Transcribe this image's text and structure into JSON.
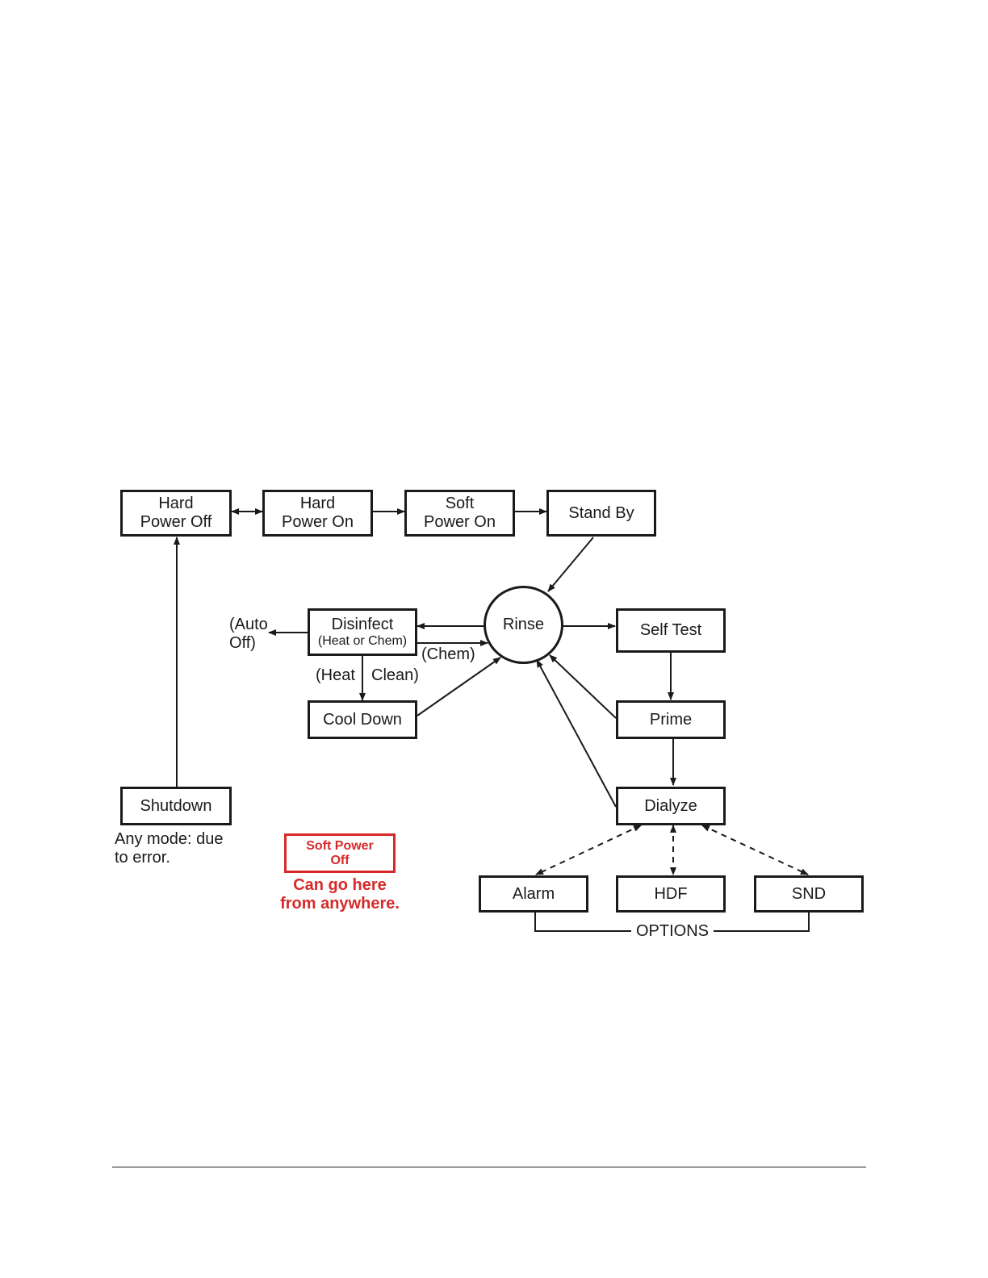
{
  "colors": {
    "ink": "#1a1a1a",
    "accent_red": "#d62a2a",
    "background": "#ffffff"
  },
  "nodes": {
    "hard_power_off": {
      "line1": "Hard",
      "line2": "Power Off"
    },
    "hard_power_on": {
      "line1": "Hard",
      "line2": "Power On"
    },
    "soft_power_on": {
      "line1": "Soft",
      "line2": "Power On"
    },
    "stand_by": {
      "label": "Stand By"
    },
    "rinse": {
      "label": "Rinse"
    },
    "disinfect": {
      "label": "Disinfect",
      "sublabel": "(Heat or Chem)"
    },
    "self_test": {
      "label": "Self Test"
    },
    "cool_down": {
      "label": "Cool Down"
    },
    "prime": {
      "label": "Prime"
    },
    "shutdown": {
      "label": "Shutdown"
    },
    "dialyze": {
      "label": "Dialyze"
    },
    "alarm": {
      "label": "Alarm"
    },
    "hdf": {
      "label": "HDF"
    },
    "snd": {
      "label": "SND"
    },
    "soft_power_off": {
      "line1": "Soft Power",
      "line2": "Off"
    }
  },
  "labels": {
    "auto_off_line1": "(Auto",
    "auto_off_line2": "Off)",
    "chem": "(Chem)",
    "heat": "(Heat",
    "clean": "Clean)",
    "shutdown_note_line1": "Any mode: due",
    "shutdown_note_line2": "to error.",
    "soft_off_note_line1": "Can go here",
    "soft_off_note_line2": "from anywhere.",
    "options": "OPTIONS"
  },
  "edges": [
    {
      "from": "Hard Power Off",
      "to": "Hard Power On",
      "style": "solid",
      "direction": "both"
    },
    {
      "from": "Hard Power On",
      "to": "Soft Power On",
      "style": "solid",
      "direction": "forward"
    },
    {
      "from": "Soft Power On",
      "to": "Stand By",
      "style": "solid",
      "direction": "forward"
    },
    {
      "from": "Stand By",
      "to": "Rinse",
      "style": "solid",
      "direction": "forward"
    },
    {
      "from": "Rinse",
      "to": "Disinfect",
      "style": "solid",
      "direction": "forward"
    },
    {
      "from": "Disinfect",
      "to": "Rinse",
      "style": "solid",
      "direction": "forward",
      "label": "(Chem)"
    },
    {
      "from": "Disinfect",
      "to": "(Auto Off)",
      "style": "solid",
      "direction": "forward"
    },
    {
      "from": "Disinfect",
      "to": "Cool Down",
      "style": "solid",
      "direction": "forward",
      "label": "(Heat Clean)"
    },
    {
      "from": "Cool Down",
      "to": "Rinse",
      "style": "solid",
      "direction": "forward"
    },
    {
      "from": "Rinse",
      "to": "Self Test",
      "style": "solid",
      "direction": "forward"
    },
    {
      "from": "Self Test",
      "to": "Prime",
      "style": "solid",
      "direction": "forward"
    },
    {
      "from": "Prime",
      "to": "Rinse",
      "style": "solid",
      "direction": "forward"
    },
    {
      "from": "Prime",
      "to": "Dialyze",
      "style": "solid",
      "direction": "forward"
    },
    {
      "from": "Dialyze",
      "to": "Rinse",
      "style": "solid",
      "direction": "forward"
    },
    {
      "from": "Shutdown",
      "to": "Hard Power Off",
      "style": "solid",
      "direction": "forward"
    },
    {
      "from": "Dialyze",
      "to": "Alarm",
      "style": "dashed",
      "direction": "both"
    },
    {
      "from": "Dialyze",
      "to": "HDF",
      "style": "dashed",
      "direction": "both"
    },
    {
      "from": "Dialyze",
      "to": "SND",
      "style": "dashed",
      "direction": "both"
    }
  ]
}
